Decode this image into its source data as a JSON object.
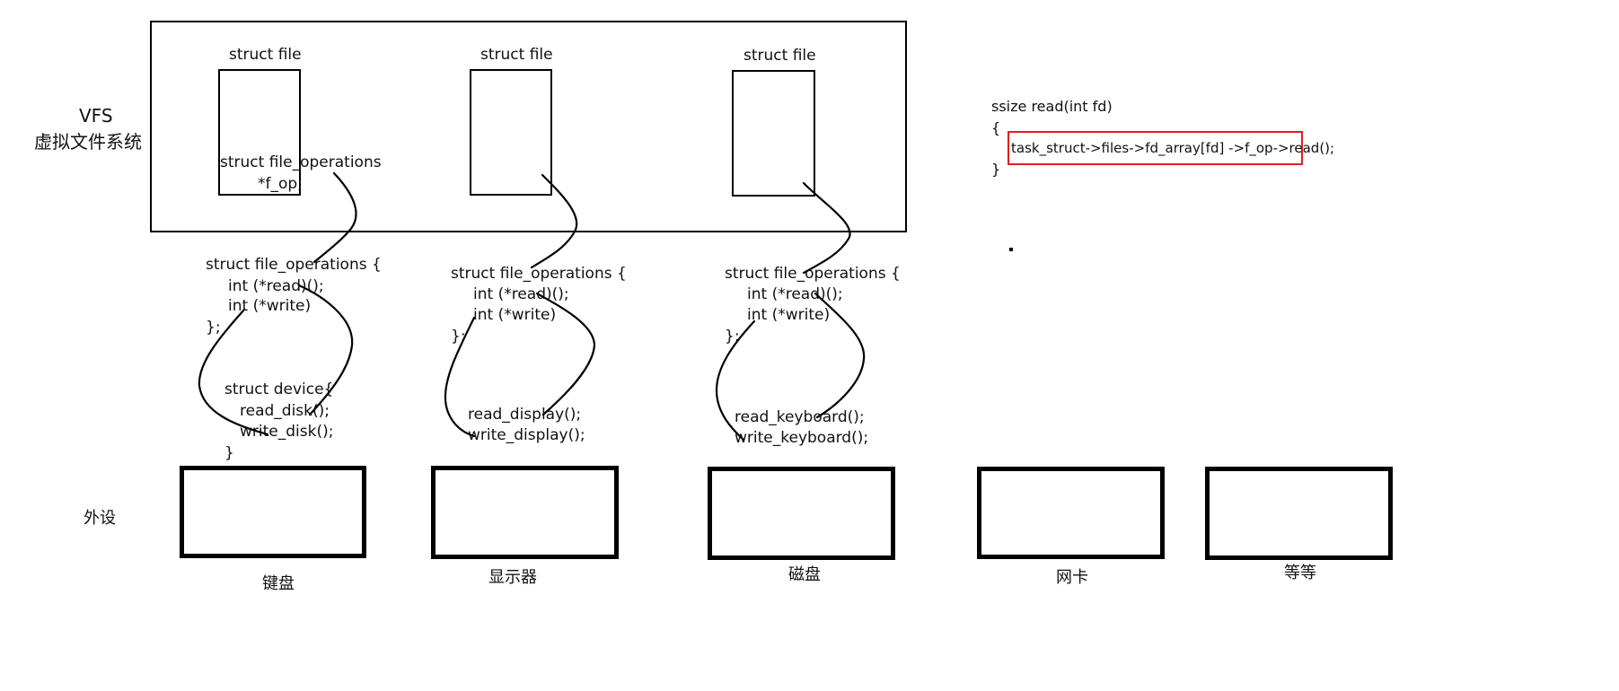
{
  "vfs": {
    "label": "VFS",
    "label_cn": "虚拟文件系统",
    "files": [
      {
        "title": "struct file",
        "member_line1": "struct file_operations",
        "member_line2": "*f_op;"
      },
      {
        "title": "struct file"
      },
      {
        "title": "struct file"
      }
    ]
  },
  "ops": [
    {
      "line1": "struct file_operations {",
      "line2": "int (*read)();",
      "line3": "int (*write)",
      "line4": "};"
    },
    {
      "line1": "struct file_operations {",
      "line2": "int (*read)();",
      "line3": "int (*write)",
      "line4": "};"
    },
    {
      "line1": "struct file_operations {",
      "line2": "int (*read)();",
      "line3": "int (*write)",
      "line4": "};"
    }
  ],
  "drivers": [
    {
      "line1": "struct device{",
      "line2": "read_disk();",
      "line3": "write_disk();",
      "line4": "}"
    },
    {
      "line1": "read_display();",
      "line2": "write_display();"
    },
    {
      "line1": "read_keyboard();",
      "line2": "write_keyboard();"
    }
  ],
  "peripherals": {
    "label": "外设",
    "devices": [
      "键盘",
      "显示器",
      "磁盘",
      "网卡",
      "等等"
    ]
  },
  "code": {
    "signature": "ssize read(int fd)",
    "open_brace": "{",
    "body": "task_struct->files->fd_array[fd] ->f_op->read();",
    "close_brace": "}"
  },
  "colors": {
    "line": "#000000",
    "highlight": "#e02020"
  }
}
